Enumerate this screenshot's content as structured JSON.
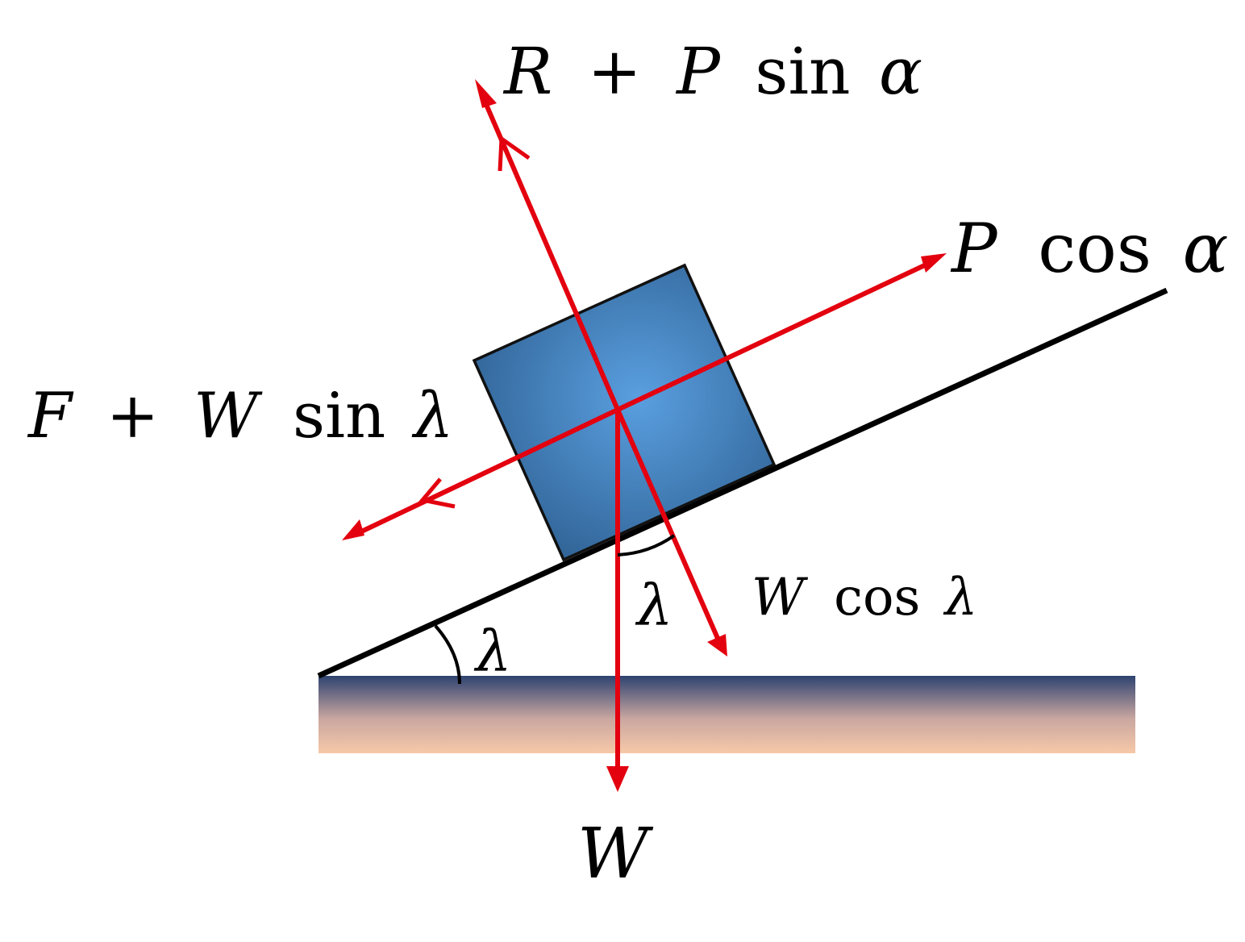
{
  "labels": {
    "normal_force": {
      "a": "R",
      "op": "+",
      "b": "P",
      "fn": "sin",
      "ang": "α"
    },
    "applied_parallel": {
      "a": "P",
      "fn": "cos",
      "ang": "α"
    },
    "friction_side": {
      "a": "F",
      "op": "+",
      "b": "W",
      "fn": "sin",
      "ang": "λ"
    },
    "weight_component": {
      "a": "W",
      "fn": "cos",
      "ang": "λ"
    },
    "weight": "W",
    "angle_at_block": "λ",
    "angle_at_base": "λ"
  },
  "colors": {
    "force_arrow": "#e3000f",
    "incline": "#000000",
    "block_light": "#5a9fe0",
    "block_dark": "#2a5a8a",
    "ground_top": "#2e4370",
    "ground_bottom": "#f7c9a8"
  }
}
